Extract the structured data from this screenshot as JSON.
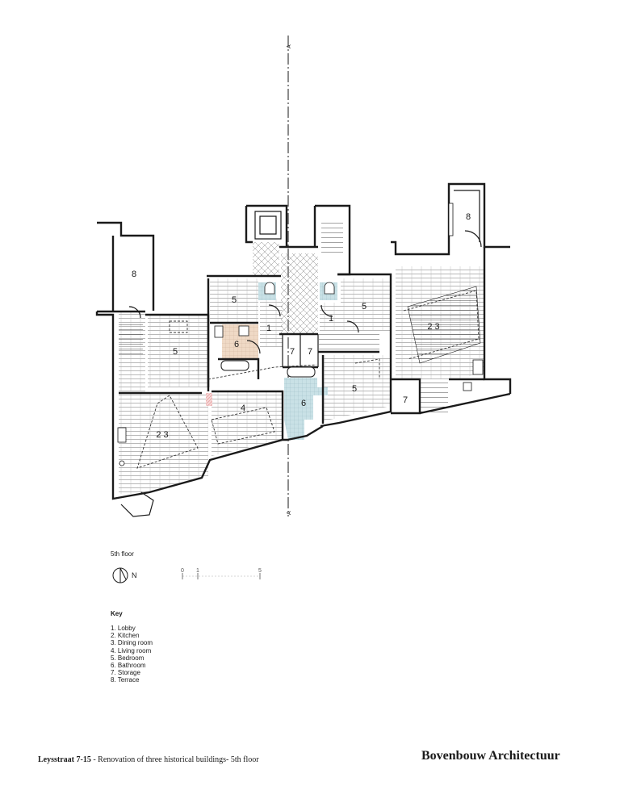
{
  "drawing": {
    "floor_label": "5th floor",
    "north_label": "N",
    "section_marker": "A",
    "scale_ticks": [
      "0",
      "1",
      "5"
    ],
    "room_numbers": {
      "terrace_left": "8",
      "terrace_right": "8",
      "bedroom_left": "5",
      "bedroom_centre_left": "5",
      "bedroom_centre_right": "5",
      "bedroom_lower_right": "5",
      "bathroom_left": "6",
      "bathroom_centre": "6",
      "lobby_left": "1",
      "lobby_right": "1",
      "living_room": "4",
      "kitchen_dining_left": "2 3",
      "kitchen_dining_right": "2 3",
      "storage_a": "7",
      "storage_b": "7",
      "storage_right": "7"
    },
    "colors": {
      "bathroom_tile_blue": "#c9e1e6",
      "bathroom_wood": "#efd9c5",
      "hatch_pink": "#e8a3a3",
      "floor_hatch": "#8a8a8a",
      "wall": "#1a1a1a"
    }
  },
  "key": {
    "heading": "Key",
    "items": [
      "1. Lobby",
      "2. Kitchen",
      "3. Dining room",
      "4. Living room",
      "5. Bedroom",
      "6. Bathroom",
      "7. Storage",
      "8. Terrace"
    ]
  },
  "footer": {
    "address": "Leysstraat 7-15",
    "description": " - Renovation of three historical buildings- 5th floor",
    "firm": "Bovenbouw Architectuur"
  }
}
